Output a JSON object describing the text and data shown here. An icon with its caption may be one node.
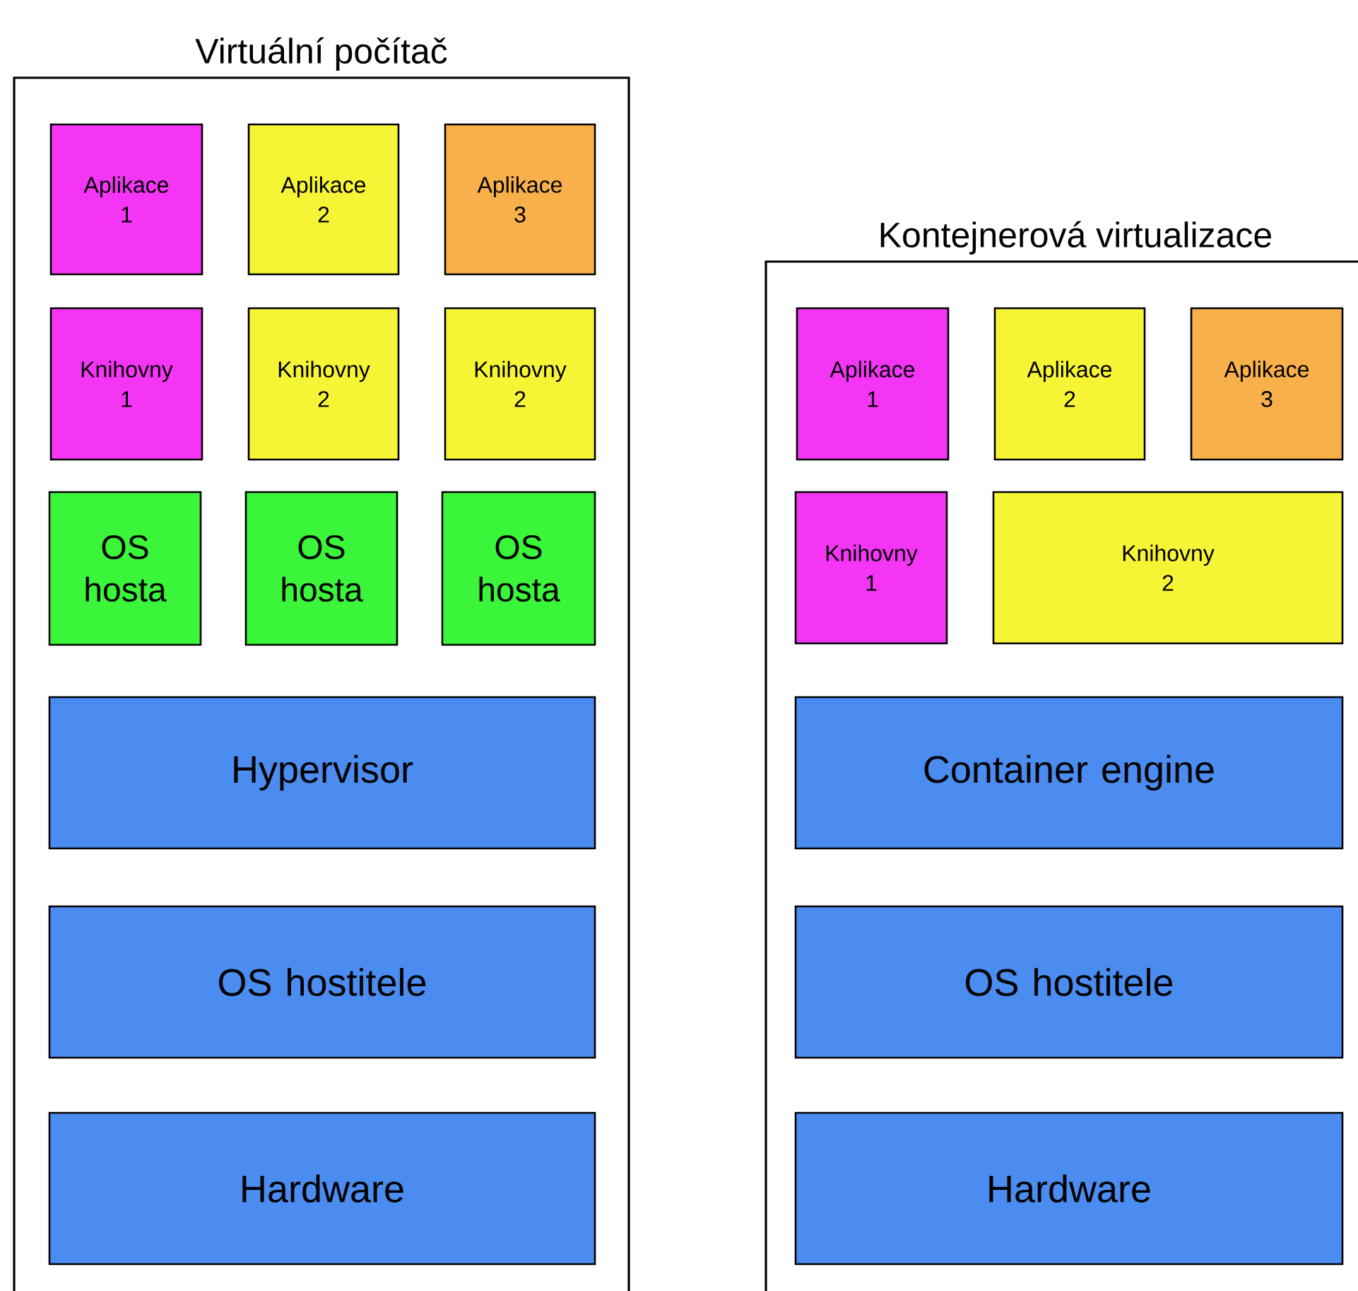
{
  "diagram": {
    "nodes": [
      {
        "text": [
          "Virtuální počítač"
        ]
      },
      {
        "text": [
          "Aplikace 1"
        ],
        "in": 0
      },
      {
        "text": [
          "Aplikace 2"
        ],
        "in": 0
      },
      {
        "text": [
          "Aplikace 3"
        ],
        "in": 0
      },
      {
        "text": [
          "Knihovny 1"
        ],
        "in": 0
      },
      {
        "text": [
          "Knihovny 2"
        ],
        "in": 0
      },
      {
        "text": [
          "Knihovny 2"
        ],
        "in": 0
      },
      {
        "text": [
          "OS hosta"
        ],
        "in": 0
      },
      {
        "text": [
          "OS hosta"
        ],
        "in": 0
      },
      {
        "text": [
          "OS hosta"
        ],
        "in": 0
      },
      {
        "text": [
          "Hypervisor"
        ],
        "in": 0
      },
      {
        "text": [
          "OS hostitele"
        ],
        "in": 0
      },
      {
        "text": [
          "Hardware"
        ],
        "in": 0
      },
      {
        "text": [
          "Kontejnerová virtualizace"
        ]
      },
      {
        "text": [
          "Aplikace 1"
        ],
        "in": 13
      },
      {
        "text": [
          "Aplikace 2"
        ],
        "in": 13
      },
      {
        "text": [
          "Aplikace 3"
        ],
        "in": 13
      },
      {
        "text": [
          "Knihovny 1"
        ],
        "in": 13
      },
      {
        "text": [
          "Knihovny 2"
        ],
        "in": 13
      },
      {
        "text": [
          "Container engine"
        ],
        "in": 13
      },
      {
        "text": [
          "OS hostitele"
        ],
        "in": 13
      },
      {
        "text": [
          "Hardware"
        ],
        "in": 13
      }
    ]
  }
}
